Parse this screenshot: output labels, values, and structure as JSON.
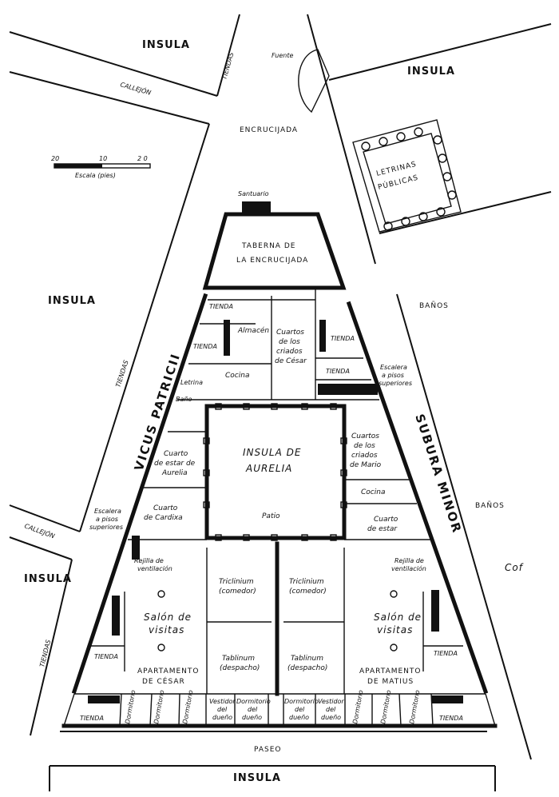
{
  "streets": {
    "insula_top_left": "INSULA",
    "insula_top_right": "INSULA",
    "insula_left": "INSULA",
    "insula_bottom_left": "INSULA",
    "insula_bottom": "INSULA",
    "callejon_top": "CALLEJÓN",
    "callejon_bottom": "CALLEJÓN",
    "tiendas_top": "TIENDAS",
    "tiendas_left": "TIENDAS",
    "tiendas_bottom_left": "TIENDAS",
    "encrucijada": "ENCRUCIJADA",
    "fuente": "Fuente",
    "letrinas": "LETRINAS",
    "publicas": "PÚBLICAS",
    "banos_top": "BAÑOS",
    "banos_right": "BAÑOS",
    "vicus_patricii": "VICUS PATRICII",
    "subura_minor": "SUBURA MINOR",
    "paseo": "PASEO"
  },
  "scale": {
    "ticks": [
      "20",
      "10",
      "2 0"
    ],
    "label": "Escala (pies)"
  },
  "rooms": {
    "santuario": "Santuario",
    "taberna_1": "TABERNA DE",
    "taberna_2": "LA ENCRUCIJADA",
    "tienda": "TIENDA",
    "almacen": "Almacén",
    "criados_cesar": [
      "Cuartos",
      "de los",
      "criados",
      "de César"
    ],
    "cocina": "Cocina",
    "letrina": "Letrina",
    "bano": "Baño",
    "escalera_right": [
      "Escalera",
      "a pisos",
      "superiores"
    ],
    "escalera_left": [
      "Escalera",
      "a pisos",
      "superiores"
    ],
    "insula_aurelia_1": "INSULA DE",
    "insula_aurelia_2": "AURELIA",
    "patio": "Patio",
    "cuarto_estar_aurelia": [
      "Cuarto",
      "de estar de",
      "Aurelia"
    ],
    "cuarto_cardixa": [
      "Cuarto",
      "de Cardixa"
    ],
    "criados_mario": [
      "Cuartos",
      "de los",
      "criados",
      "de Mario"
    ],
    "cuarto_estar": [
      "Cuarto",
      "de estar"
    ],
    "rejilla": [
      "Rejilla de",
      "ventilación"
    ],
    "triclinium": [
      "Triclinium",
      "(comedor)"
    ],
    "salon": [
      "Salón de",
      "visitas"
    ],
    "tablinum": [
      "Tablinum",
      "(despacho)"
    ],
    "apartamento_cesar": [
      "APARTAMENTO",
      "DE CÉSAR"
    ],
    "apartamento_matius": [
      "APARTAMENTO",
      "DE MATIUS"
    ],
    "dormitorio": "Dormitorio",
    "vestidor": [
      "Vestidor",
      "del",
      "dueño"
    ],
    "dormitorio_dueno": [
      "Dormitorio",
      "del",
      "dueño"
    ]
  },
  "signature": "Cof"
}
